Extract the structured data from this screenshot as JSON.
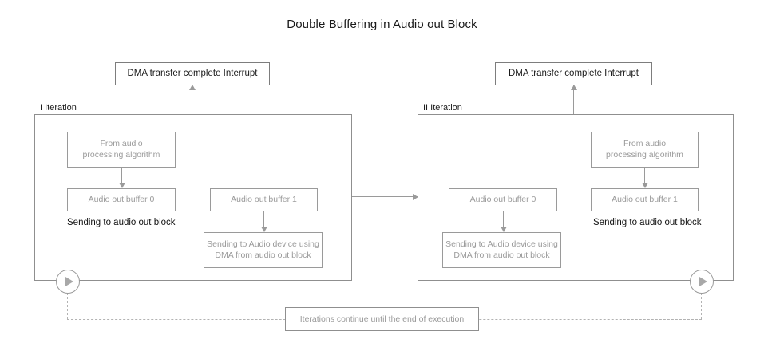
{
  "title": "Double Buffering in Audio out Block",
  "colors": {
    "page_background": "#ffffff",
    "box_border": "#9a9a9a",
    "gray_text": "#9a9a9a",
    "dark_text": "#1a1a1a",
    "connector": "#9a9a9a",
    "dashed_line": "#b2b2b2",
    "play_triangle": "#a8a8a8"
  },
  "interrupts": [
    {
      "label": "DMA transfer complete Interrupt"
    },
    {
      "label": "DMA transfer complete Interrupt"
    }
  ],
  "iterations": [
    {
      "label": "I Iteration",
      "left_column": {
        "source_box": "From audio\nprocessing algorithm",
        "buffer_box": "Audio out buffer 0",
        "caption": "Sending to audio out block"
      },
      "right_column": {
        "buffer_box": "Audio out buffer 1",
        "dma_box": "Sending to Audio device using\nDMA from audio out block"
      }
    },
    {
      "label": "II Iteration",
      "left_column": {
        "buffer_box": "Audio out buffer 0",
        "dma_box": "Sending to Audio device using\nDMA from audio out block"
      },
      "right_column": {
        "source_box": "From audio\nprocessing algorithm",
        "buffer_box": "Audio out buffer 1",
        "caption": "Sending to audio out block"
      }
    }
  ],
  "loop": {
    "label": "Iterations continue until the end of execution"
  },
  "markers": {
    "play_icon_name": "play-triangle-icon",
    "count": 2
  }
}
